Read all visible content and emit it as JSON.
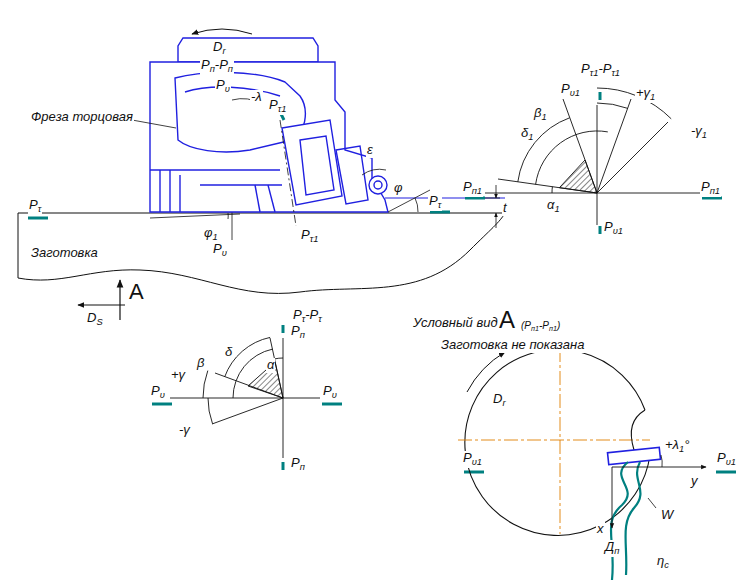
{
  "diagram": {
    "labels": [
      "Dr",
      "Pп-Pп",
      "Pυ",
      "-λ",
      "Pτ1",
      "Фреза торцовая",
      "ε",
      "Pτ",
      "φ",
      "Pτ",
      "t",
      "φ1",
      "Pυ",
      "Pτ1",
      "Заготовка",
      "DS",
      "A",
      "Pτ-Pτ",
      "Pп",
      "δ",
      "β",
      "α",
      "+γ",
      "Pυ",
      "Pυ",
      "-γ",
      "Pп",
      "Pτ1-Pτ1",
      "Pυ1",
      "+γ1",
      "β1",
      "δ1",
      "-γ1",
      "Pп1",
      "Pп1",
      "α1",
      "Pυ1",
      "Условный вид",
      "A",
      "(Pп1-Pп1)",
      "Заготовка не показана",
      "Dr",
      "Pυ1",
      "+λ1°",
      "Pυ1",
      "y",
      "W",
      "x",
      "Дп",
      "ηc"
    ]
  }
}
